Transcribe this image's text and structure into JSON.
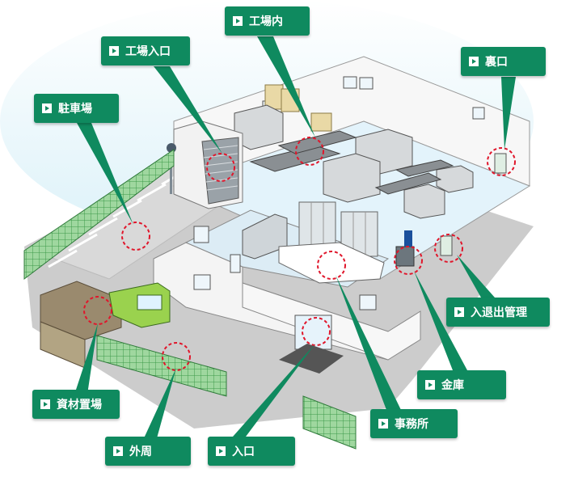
{
  "colors": {
    "accent": "#0f8a5f",
    "highlight": "#e0162b",
    "floor": "#e3f3fb",
    "fence": "#53b35f"
  },
  "labels": {
    "factory_inner": "工場内",
    "factory_entrance": "工場入口",
    "back_door": "裏口",
    "parking": "駐車場",
    "entry_exit": "入退出管理",
    "safe": "金庫",
    "materials": "資材置場",
    "office": "事務所",
    "perimeter": "外周",
    "entrance": "入口"
  }
}
